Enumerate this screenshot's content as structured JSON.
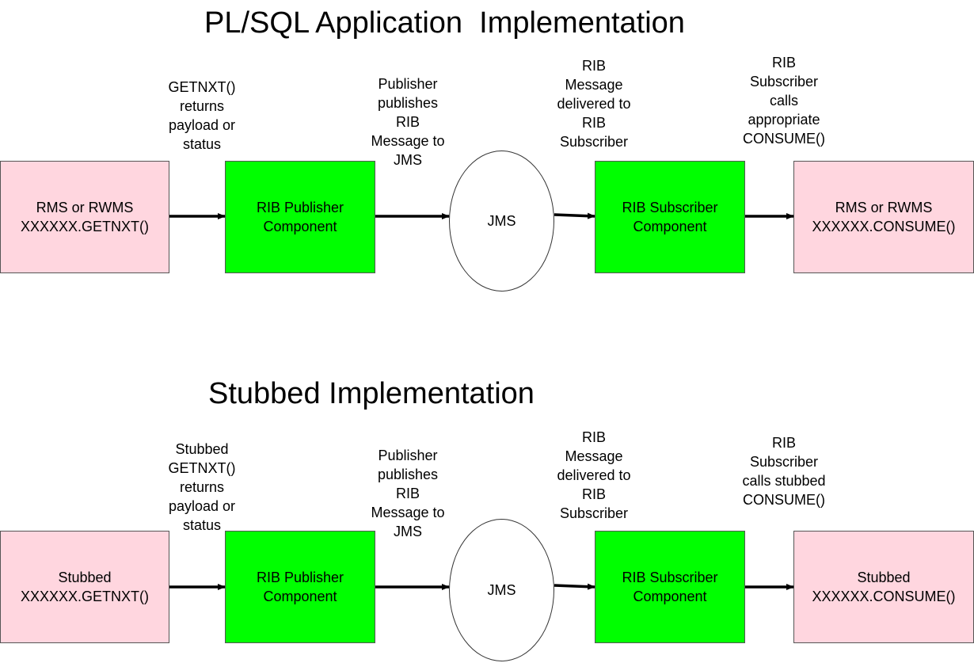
{
  "diagrams": [
    {
      "title": "PL/SQL Application  Implementation",
      "source_box": "RMS or RWMS\nXXXXXX.GETNXT()",
      "publisher_box": "RIB Publisher\nComponent",
      "jms": "JMS",
      "subscriber_box": "RIB Subscriber\nComponent",
      "target_box": "RMS or RWMS\nXXXXXX.CONSUME()",
      "label_getnxt": "GETNXT()\nreturns\npayload or\nstatus",
      "label_publish": "Publisher\npublishes\nRIB\nMessage to\nJMS",
      "label_deliver": "RIB\nMessage\ndelivered to\nRIB\nSubscriber",
      "label_consume": "RIB\nSubscriber\ncalls\nappropriate\nCONSUME()"
    },
    {
      "title": "Stubbed Implementation",
      "source_box": "Stubbed\nXXXXXX.GETNXT()",
      "publisher_box": "RIB Publisher\nComponent",
      "jms": "JMS",
      "subscriber_box": "RIB Subscriber\nComponent",
      "target_box": "Stubbed\nXXXXXX.CONSUME()",
      "label_getnxt": "Stubbed\nGETNXT()\nreturns\npayload or\nstatus",
      "label_publish": "Publisher\npublishes\nRIB\nMessage to\nJMS",
      "label_deliver": "RIB\nMessage\ndelivered to\nRIB\nSubscriber",
      "label_consume": "RIB\nSubscriber\ncalls stubbed\nCONSUME()"
    }
  ],
  "colors": {
    "app_box": "#ffd6df",
    "rib_box": "#00ff00"
  }
}
